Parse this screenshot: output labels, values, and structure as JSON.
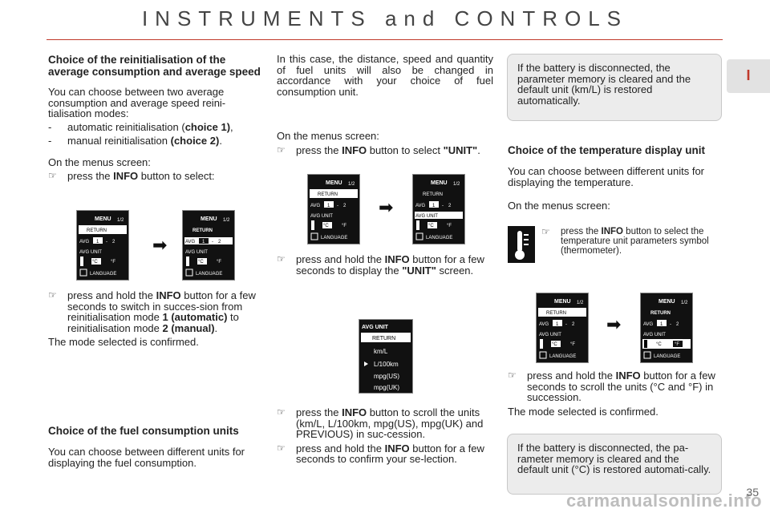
{
  "page": {
    "title": "INSTRUMENTS and CONTROLS",
    "section_tab": "I",
    "page_number": "35",
    "watermark": "carmanualsonline.info"
  },
  "col1": {
    "heading1": "Choice of the reinitialisation of the average consumption and average speed",
    "intro": "You can choose between two average consumption and average speed reini-tialisation modes:",
    "dash1_pre": "automatic reinitialisation (",
    "dash1_bold": "choice 1)",
    "dash1_post": ",",
    "dash2_pre": "manual reinitialisation ",
    "dash2_bold": "(choice 2)",
    "dash2_post": ".",
    "menus": "On the menus screen:",
    "b1_pre": "press the ",
    "b1_bold": "INFO",
    "b1_post": " button to select:",
    "b2_pre": "press and hold the ",
    "b2_bold": "INFO",
    "b2_mid": " button for a few seconds to switch in succes-sion from reinitialisation mode ",
    "b2_bold2": "1 (automatic)",
    "b2_mid2": " to reinitialisation mode ",
    "b2_bold3": "2 (manual)",
    "b2_post": ".",
    "confirmed": "The mode selected is confirmed.",
    "heading2": "Choice of the fuel consumption units",
    "fuel_intro": "You can choose between different units for displaying the fuel consumption."
  },
  "col2": {
    "para": "In this case, the distance, speed and quantity of fuel units will also be changed in accordance with your choice of fuel consumption unit.",
    "menus": "On the menus screen:",
    "b1_pre": "press the ",
    "b1_bold": "INFO",
    "b1_mid": " button to select ",
    "b1_bold2": "\"UNIT\"",
    "b1_post": ".",
    "b2_pre": "press and hold the ",
    "b2_bold": "INFO",
    "b2_mid": " button for a few seconds to display the ",
    "b2_bold2": "\"UNIT\"",
    "b2_post": " screen.",
    "b3_pre": "press the ",
    "b3_bold": "INFO",
    "b3_post": " button to scroll the units (km/L, L/100km, mpg(US), mpg(UK) and PREVIOUS) in suc-cession.",
    "b4_pre": "press and hold the ",
    "b4_bold": "INFO",
    "b4_post": " button for a few seconds to confirm your se-lection."
  },
  "col3": {
    "note1": "If the battery is disconnected, the parameter memory is cleared and the default unit (km/L) is restored automatically.",
    "heading": "Choice of the temperature display unit",
    "intro": "You can choose between different units for displaying the temperature.",
    "menus": "On the menus screen:",
    "b1_pre": "press the ",
    "b1_bold": "INFO",
    "b1_post": " button to select the temperature unit parameters symbol (thermometer).",
    "b2_pre": "press and hold the ",
    "b2_bold": "INFO",
    "b2_post": " button for a few seconds to scroll the units (°C and °F) in succession.",
    "confirmed": "The mode selected is confirmed.",
    "note2": "If the battery is disconnected, the pa-rameter memory is cleared and the default unit (°C) is restored automati-cally."
  },
  "screens": {
    "menu": "MENU",
    "page": "1/2",
    "return": "RETURN",
    "avg": "AVG",
    "one": "1",
    "dash": "-",
    "two": "2",
    "avg_unit": "AVG UNIT",
    "celsius": "°C",
    "fahrenheit": "°F",
    "language": "LANGUAGE",
    "unit_title": "AVG UNIT",
    "units": [
      "km/L",
      "L/100km",
      "mpg(US)",
      "mpg(UK)"
    ]
  },
  "icons": {
    "bullet": "☞",
    "arrow": "➡"
  }
}
